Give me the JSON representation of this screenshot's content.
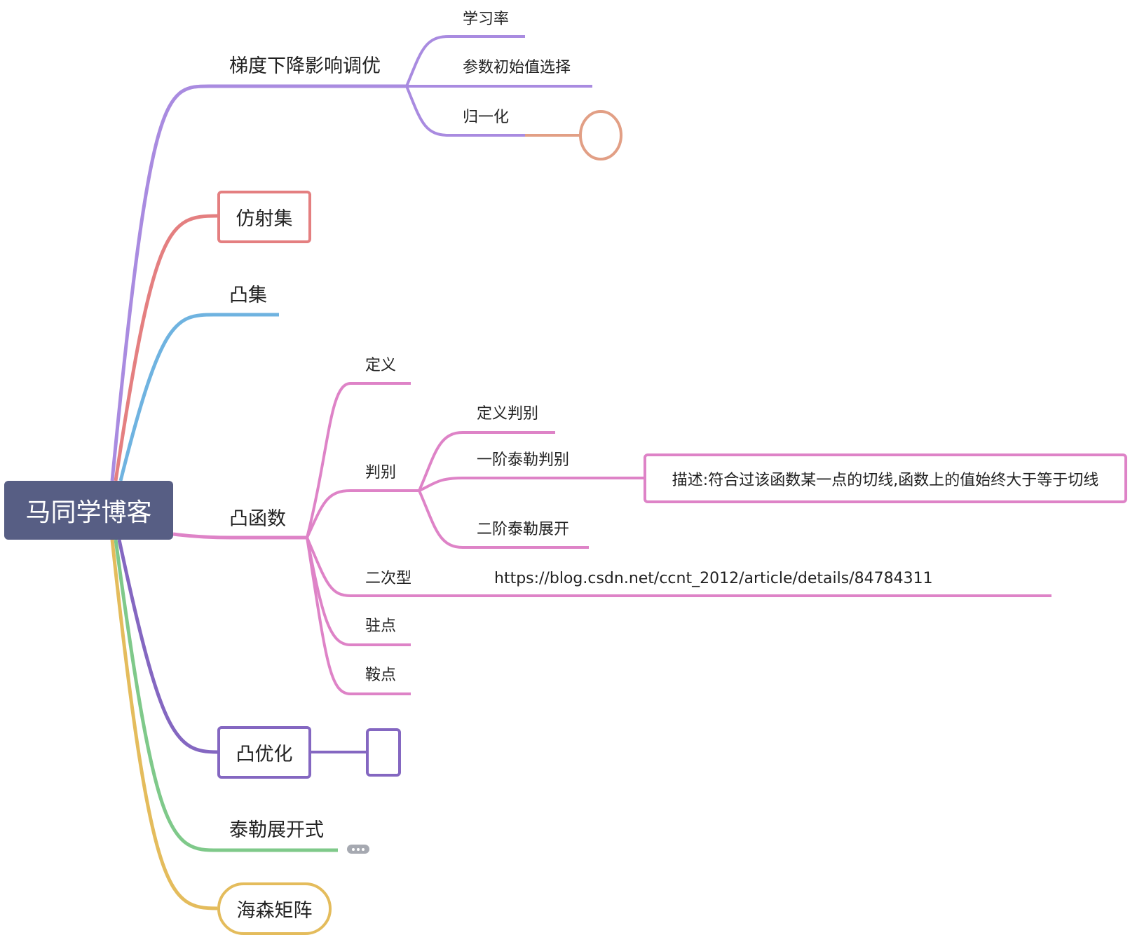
{
  "root": {
    "label": "马同学博客",
    "color": "#575e84"
  },
  "branches": {
    "gradient": {
      "label": "梯度下降影响调优",
      "color": "#a98be0",
      "children": [
        "学习率",
        "参数初始值选择",
        "归一化"
      ],
      "attachment_color": "#e29f85"
    },
    "affine": {
      "label": "仿射集",
      "color": "#e47f80"
    },
    "convex_set": {
      "label": "凸集",
      "color": "#6fb3e0"
    },
    "convex_fn": {
      "label": "凸函数",
      "color": "#de83c7",
      "children": {
        "definition": "定义",
        "criterion": {
          "label": "判别",
          "children": [
            "定义判别",
            "一阶泰勒判别",
            "二阶泰勒展开"
          ],
          "note": "描述:符合过该函数某一点的切线,函数上的值始终大于等于切线"
        },
        "quadratic": {
          "label": "二次型",
          "link": "https://blog.csdn.net/ccnt_2012/article/details/84784311"
        },
        "stationary": "驻点",
        "saddle": "鞍点"
      }
    },
    "convex_opt": {
      "label": "凸优化",
      "color": "#8467c1"
    },
    "taylor": {
      "label": "泰勒展开式",
      "color": "#7fc98a",
      "collapsed_color": "#a6a9b1"
    },
    "hessian": {
      "label": "海森矩阵",
      "color": "#e4bc5c"
    }
  }
}
